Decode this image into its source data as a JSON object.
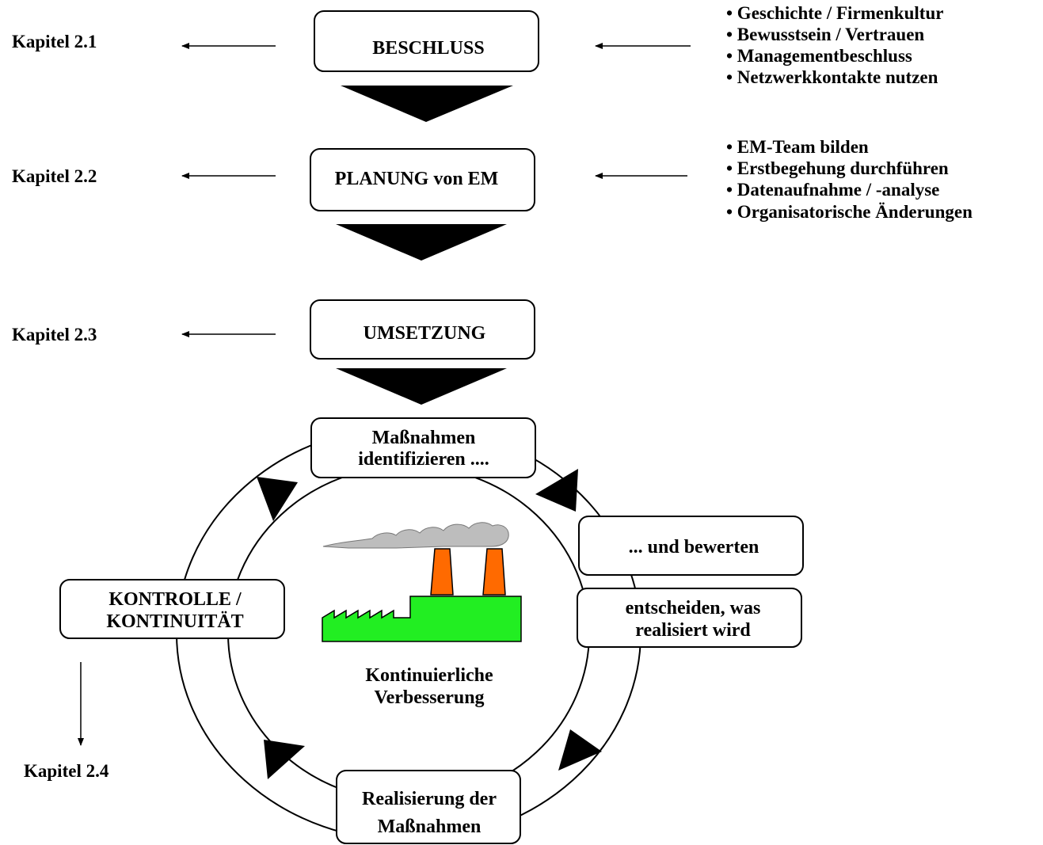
{
  "chapters": {
    "c21": "Kapitel 2.1",
    "c22": "Kapitel 2.2",
    "c23": "Kapitel 2.3",
    "c24": "Kapitel 2.4"
  },
  "steps": {
    "beschluss": "BESCHLUSS",
    "planung": "PLANUNG von EM",
    "umsetzung": "UMSETZUNG"
  },
  "beschluss_points": [
    "• Geschichte / Firmenkultur",
    "• Bewusstsein / Vertrauen",
    "• Managementbeschluss",
    "• Netzwerkkontakte nutzen"
  ],
  "planung_points": [
    "• EM-Team bilden",
    "• Erstbegehung durchführen",
    "• Datenaufnahme / -analyse",
    "• Organisatorische Änderungen"
  ],
  "cycle": {
    "identify": [
      "Maßnahmen",
      "identifizieren ...."
    ],
    "evaluate": "... und bewerten",
    "decide": [
      "entscheiden, was",
      "realisiert wird"
    ],
    "realize": [
      "Realisierung der",
      "Maßnahmen"
    ],
    "control": [
      "KONTROLLE /",
      "KONTINUITÄT"
    ],
    "center": [
      "Kontinuierliche",
      "Verbesserung"
    ]
  },
  "colors": {
    "factory_green": "#22ee22",
    "chimney_orange": "#ff6a00",
    "smoke_gray": "#bdbdbd"
  },
  "icons": [
    "factory-icon",
    "smoke-icon"
  ]
}
